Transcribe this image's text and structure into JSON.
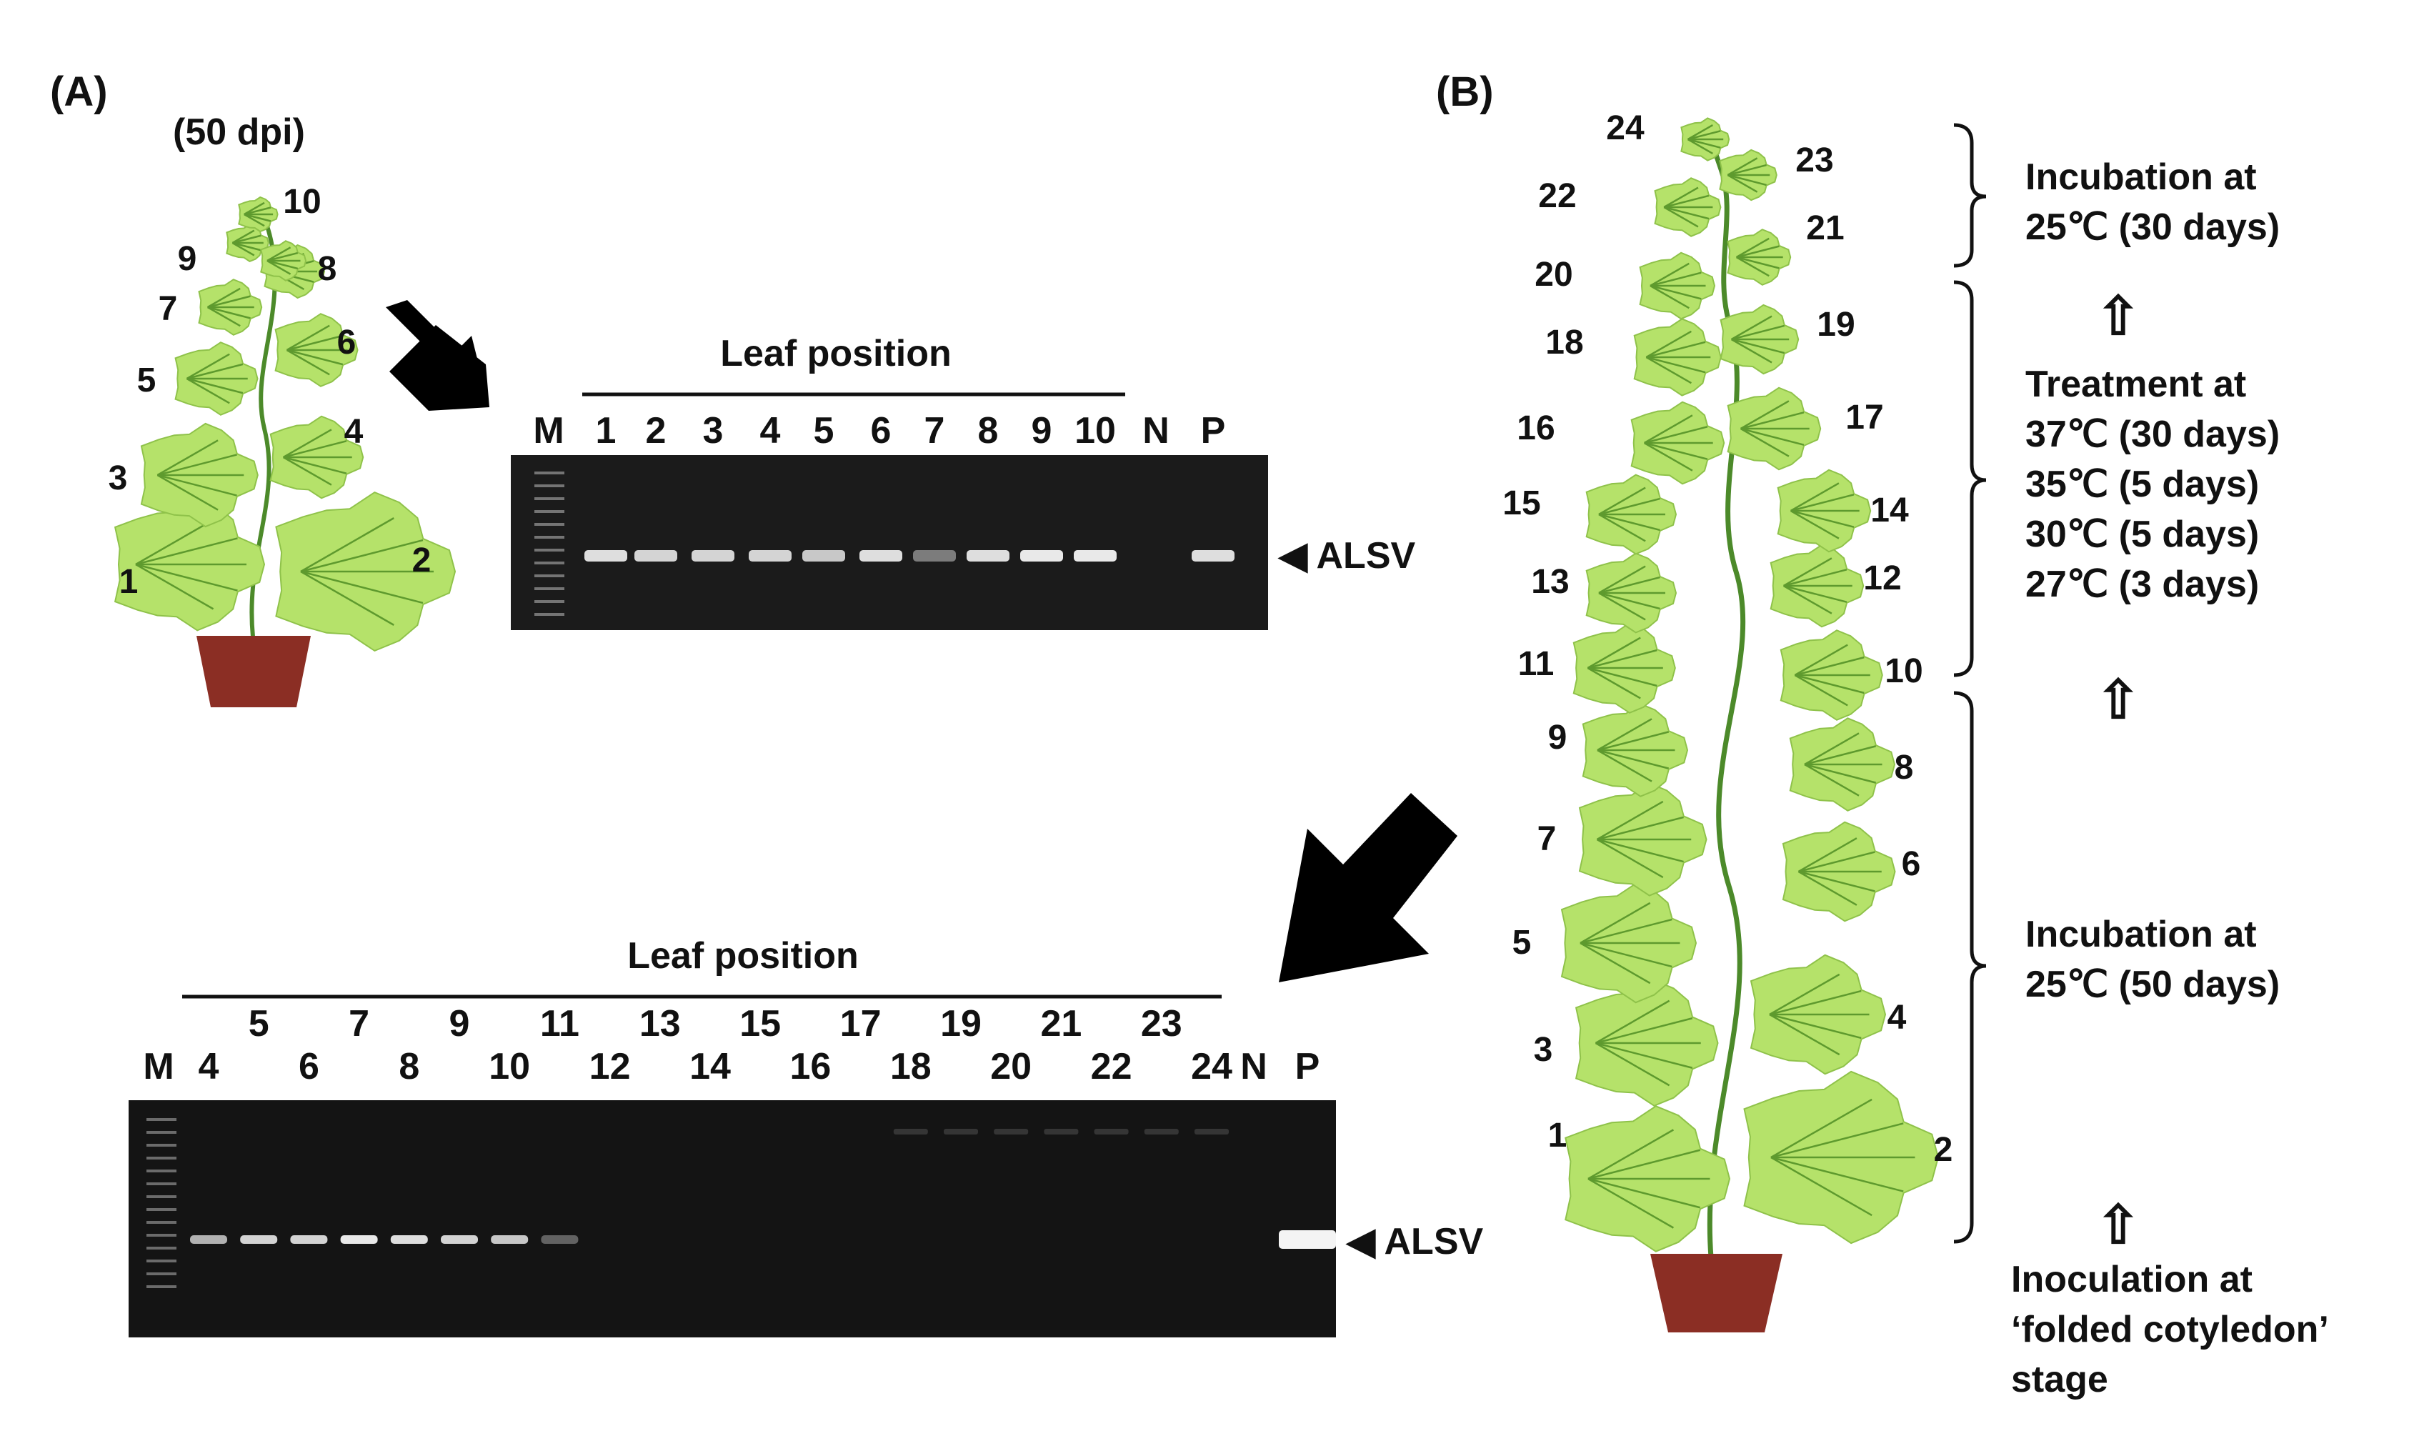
{
  "panel_a": {
    "label": "(A)",
    "stage": "(50 dpi)",
    "leaf_numbers": [
      "1",
      "2",
      "3",
      "4",
      "5",
      "6",
      "7",
      "8",
      "9",
      "10"
    ],
    "gel": {
      "title": "Leaf position",
      "lanes": [
        "M",
        "1",
        "2",
        "3",
        "4",
        "5",
        "6",
        "7",
        "8",
        "9",
        "10",
        "N",
        "P"
      ],
      "band_marker": "◀ ALSV",
      "band_intensity": [
        0.9,
        0.85,
        0.85,
        0.85,
        0.8,
        0.9,
        0.45,
        0.9,
        0.95,
        0.95,
        0,
        0.9
      ]
    }
  },
  "panel_b": {
    "label": "(B)",
    "leaf_numbers": [
      "1",
      "2",
      "3",
      "4",
      "5",
      "6",
      "7",
      "8",
      "9",
      "10",
      "11",
      "12",
      "13",
      "14",
      "15",
      "16",
      "17",
      "18",
      "19",
      "20",
      "21",
      "22",
      "23",
      "24"
    ],
    "steps": {
      "top_l1": "Incubation at",
      "top_l2": "25℃ (30 days)",
      "treat_l1": "Treatment at",
      "treat_l2": "37℃ (30 days)",
      "treat_l3": "35℃ (5 days)",
      "treat_l4": "30℃ (5 days)",
      "treat_l5": "27℃ (3 days)",
      "mid_l1": "Incubation at",
      "mid_l2": "25℃ (50 days)",
      "inoc_l1": "Inoculation at",
      "inoc_l2": "‘folded cotyledon’",
      "inoc_l3": "stage"
    },
    "arrow_glyph": "⇧",
    "gel": {
      "title": "Leaf position",
      "lanes_top": [
        "5",
        "7",
        "9",
        "11",
        "13",
        "15",
        "17",
        "19",
        "21",
        "23"
      ],
      "lanes_bottom": [
        "M",
        "4",
        "6",
        "8",
        "10",
        "12",
        "14",
        "16",
        "18",
        "20",
        "22",
        "24",
        "N",
        "P"
      ],
      "band_marker": "◀ ALSV",
      "band_intensity": [
        0.7,
        0.85,
        0.85,
        0.95,
        0.9,
        0.85,
        0.8,
        0.35,
        0,
        0,
        0,
        0,
        0,
        0,
        0,
        0,
        0,
        0,
        0,
        0,
        0,
        0,
        0,
        1.0
      ]
    }
  },
  "colors": {
    "leaf": "#b5e26a",
    "vein": "#5e9a2e",
    "stem": "#4c8a2a",
    "pot": "#8b2e24",
    "gel": "#1a1a1a",
    "band": "#f4f4f4"
  }
}
